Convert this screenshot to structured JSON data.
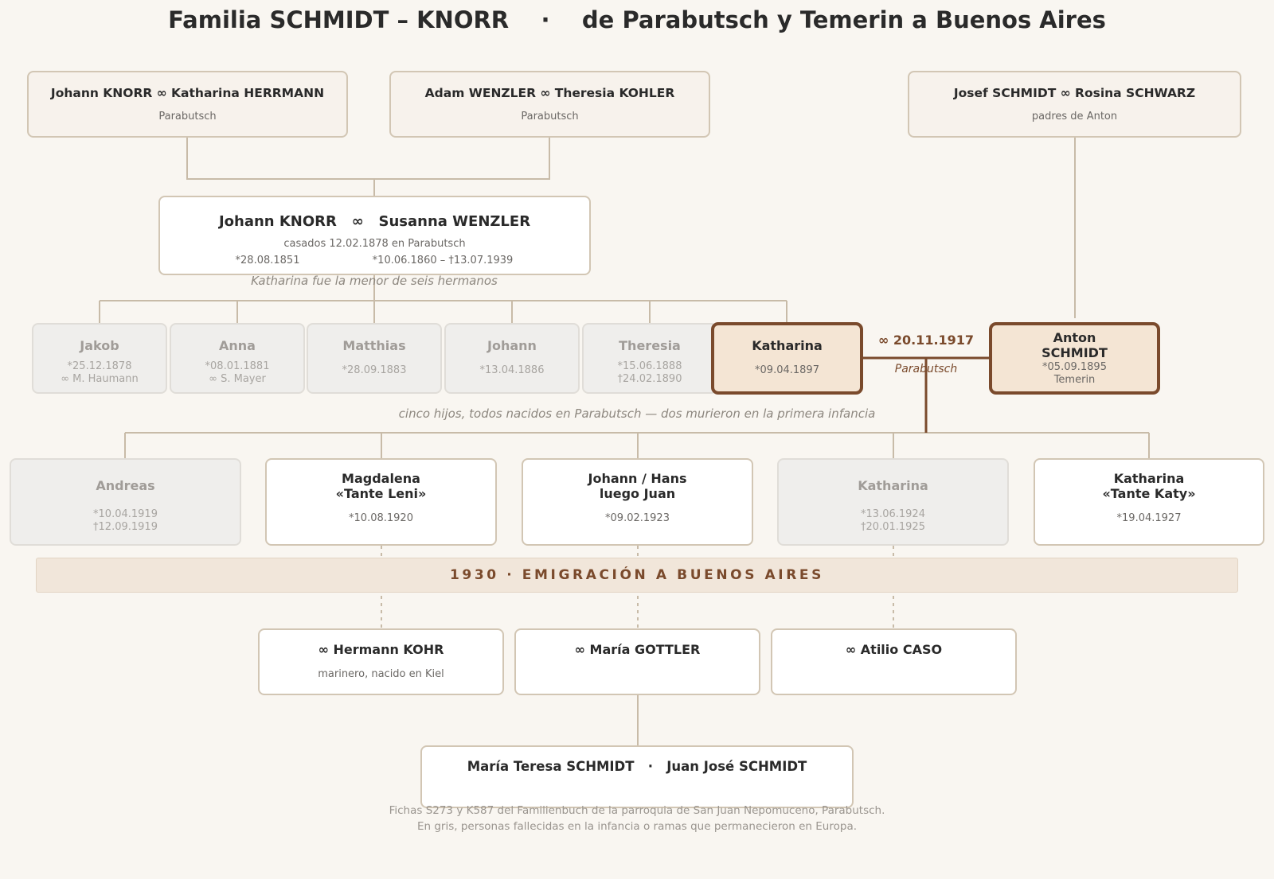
{
  "title": "Familia SCHMIDT – KNORR    ·    de Parabutsch y Temerin a Buenos Aires",
  "grandparents": [
    {
      "name": "Johann KNORR  ∞  Katharina HERRMANN",
      "place": "Parabutsch"
    },
    {
      "name": "Adam WENZLER  ∞  Theresia KOHLER",
      "place": "Parabutsch"
    },
    {
      "name": "Josef SCHMIDT  ∞  Rosina SCHWARZ",
      "place": "padres de Anton"
    }
  ],
  "parents": {
    "name": "Johann KNORR   ∞   Susanna WENZLER",
    "married": "casados 12.02.1878 en Parabutsch",
    "husband_dates": "*28.08.1851",
    "wife_dates": "*10.06.1860 – †13.07.1939",
    "note": "Katharina fue la menor de seis hermanos"
  },
  "siblings": [
    {
      "name": "Jakob",
      "line1": "*25.12.1878",
      "line2": "∞ M. Haumann"
    },
    {
      "name": "Anna",
      "line1": "*08.01.1881",
      "line2": "∞ S. Mayer"
    },
    {
      "name": "Matthias",
      "line1": "*28.09.1883",
      "line2": ""
    },
    {
      "name": "Johann",
      "line1": "*13.04.1886",
      "line2": ""
    },
    {
      "name": "Theresia",
      "line1": "*15.06.1888",
      "line2": "†24.02.1890"
    }
  ],
  "katharina": {
    "name": "Katharina",
    "dates": "*09.04.1897"
  },
  "marriage": {
    "label": "∞  20.11.1917",
    "place": "Parabutsch"
  },
  "anton": {
    "name1": "Anton",
    "name2": "SCHMIDT",
    "dates": "*05.09.1895",
    "place": "Temerin"
  },
  "children_note": "cinco hijos, todos nacidos en Parabutsch — dos murieron en la primera infancia",
  "children": [
    {
      "name1": "Andreas",
      "name2": "",
      "line1": "*10.04.1919",
      "line2": "†12.09.1919"
    },
    {
      "name1": "Magdalena",
      "name2": "«Tante Leni»",
      "line1": "*10.08.1920",
      "line2": ""
    },
    {
      "name1": "Johann / Hans",
      "name2": "luego Juan",
      "line1": "*09.02.1923",
      "line2": ""
    },
    {
      "name1": "Katharina",
      "name2": "",
      "line1": "*13.06.1924",
      "line2": "†20.01.1925"
    },
    {
      "name1": "Katharina",
      "name2": "«Tante Katy»",
      "line1": "*19.04.1927",
      "line2": ""
    }
  ],
  "emigration": "1930  ·  EMIGRACIÓN  A  BUENOS  AIRES",
  "spouses": [
    {
      "name": "∞  Hermann KOHR",
      "note": "marinero, nacido en Kiel"
    },
    {
      "name": "∞  María GOTTLER",
      "note": ""
    },
    {
      "name": "∞  Atilio CASO",
      "note": ""
    }
  ],
  "grandchildren": "María Teresa SCHMIDT   ·   Juan José SCHMIDT",
  "footer": [
    "Fichas S273 y K587 del Familienbuch de la parroquia de San Juan Nepomuceno, Parabutsch.",
    "En gris, personas fallecidas en la infancia o ramas que permanecieron en Europa."
  ],
  "colors": {
    "background": "#f9f6f1",
    "highlight_border": "#7a4a2c",
    "highlight_fill": "#f4e5d4",
    "connector": "#c8bba8",
    "deceased_fill": "#efeeec"
  }
}
